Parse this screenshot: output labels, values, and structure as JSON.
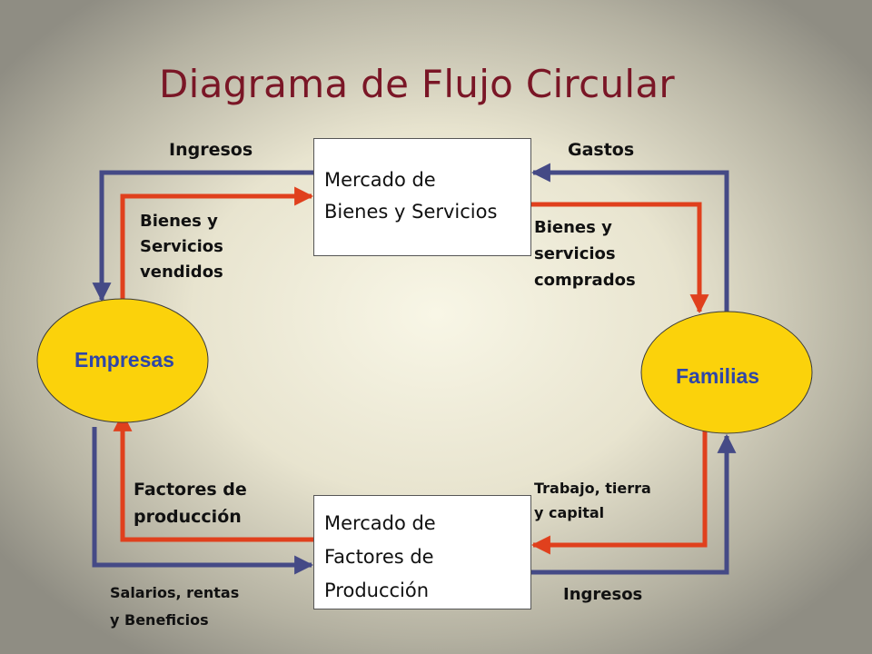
{
  "title": "Diagrama de Flujo Circular",
  "nodes": {
    "empresas": "Empresas",
    "familias": "Familias",
    "goods_market": [
      "Mercado de",
      "Bienes y Servicios"
    ],
    "factors_market": [
      "Mercado de",
      "Factores de",
      "Producción"
    ]
  },
  "labels": {
    "ingresos_top": "Ingresos",
    "gastos": "Gastos",
    "bienes_vendidos": [
      "Bienes y",
      "Servicios",
      "vendidos"
    ],
    "bienes_comprados": [
      "Bienes y",
      "servicios",
      "comprados"
    ],
    "factores_produccion": [
      "Factores de",
      "producción"
    ],
    "trabajo": [
      "Trabajo, tierra",
      "y capital"
    ],
    "salarios": [
      "Salarios, rentas",
      "y Beneficios"
    ],
    "ingresos_bottom": "Ingresos"
  },
  "colors": {
    "real_flow": "#e0401d",
    "money_flow": "#454a86",
    "node_fill": "#fbd20b",
    "node_text": "#2f46a8",
    "title": "#7a1626"
  }
}
